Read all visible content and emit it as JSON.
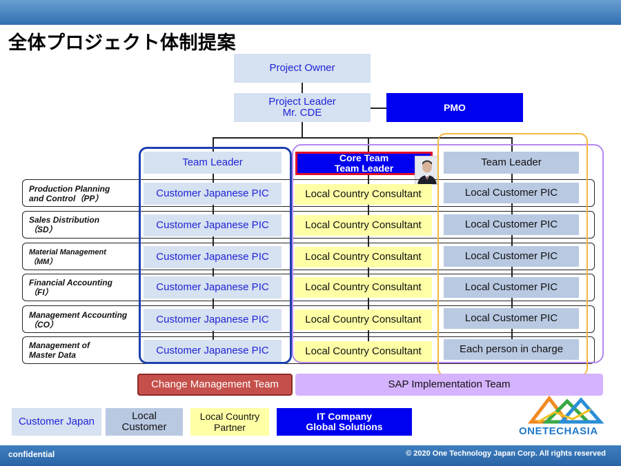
{
  "title": "全体プロジェクト体制提案",
  "top": {
    "project_owner": "Project Owner",
    "project_leader_line1": "Project Leader",
    "project_leader_line2": "Mr. CDE",
    "pmo": "PMO"
  },
  "columns": {
    "left_leader": "Team Leader",
    "core_line1": "Core Team",
    "core_line2": "Team Leader",
    "right_leader": "Team Leader"
  },
  "rows": [
    {
      "label1": "Production Planning",
      "label2": "and Control（PP）",
      "left": "Customer Japanese PIC",
      "center": "Local Country Consultant",
      "right": "Local Customer PIC"
    },
    {
      "label1": "Sales Distribution",
      "label2": "（SD）",
      "left": "Customer Japanese PIC",
      "center": "Local Country Consultant",
      "right": "Local Customer PIC"
    },
    {
      "label1": "Material Management",
      "label2": "（MM）",
      "left": "Customer Japanese PIC",
      "center": "Local Country Consultant",
      "right": "Local Customer PIC"
    },
    {
      "label1": "Financial Accounting",
      "label2": "（FI）",
      "left": "Customer Japanese PIC",
      "center": "Local Country Consultant",
      "right": "Local Customer PIC"
    },
    {
      "label1": "Management Accounting",
      "label2": "（CO）",
      "left": "Customer Japanese PIC",
      "center": "Local Country Consultant",
      "right": "Local Customer PIC"
    },
    {
      "label1": "Management of",
      "label2": "Master Data",
      "left": "Customer Japanese PIC",
      "center": "Local Country Consultant",
      "right": "Each person in charge"
    }
  ],
  "teams": {
    "change_management": "Change Management Team",
    "sap_implementation": "SAP Implementation Team"
  },
  "legend": {
    "customer_japan": "Customer Japan",
    "local_customer_line1": "Local",
    "local_customer_line2": "Customer",
    "partner_line1": "Local Country",
    "partner_line2": "Partner",
    "it_line1": "IT Company",
    "it_line2": "Global Solutions"
  },
  "logo": {
    "text": "ONETECHASIA"
  },
  "footer": {
    "left": "confidential",
    "right": "© 2020 One Technology Japan Corp.  All rights reserved"
  },
  "colors": {
    "customer_japan": "#d6e1f1",
    "local_customer": "#b9c9e2",
    "partner": "#ffffa6",
    "it_company": "#0000f0",
    "change_team": "#c5504b",
    "sap_team": "#d6b3ff"
  }
}
